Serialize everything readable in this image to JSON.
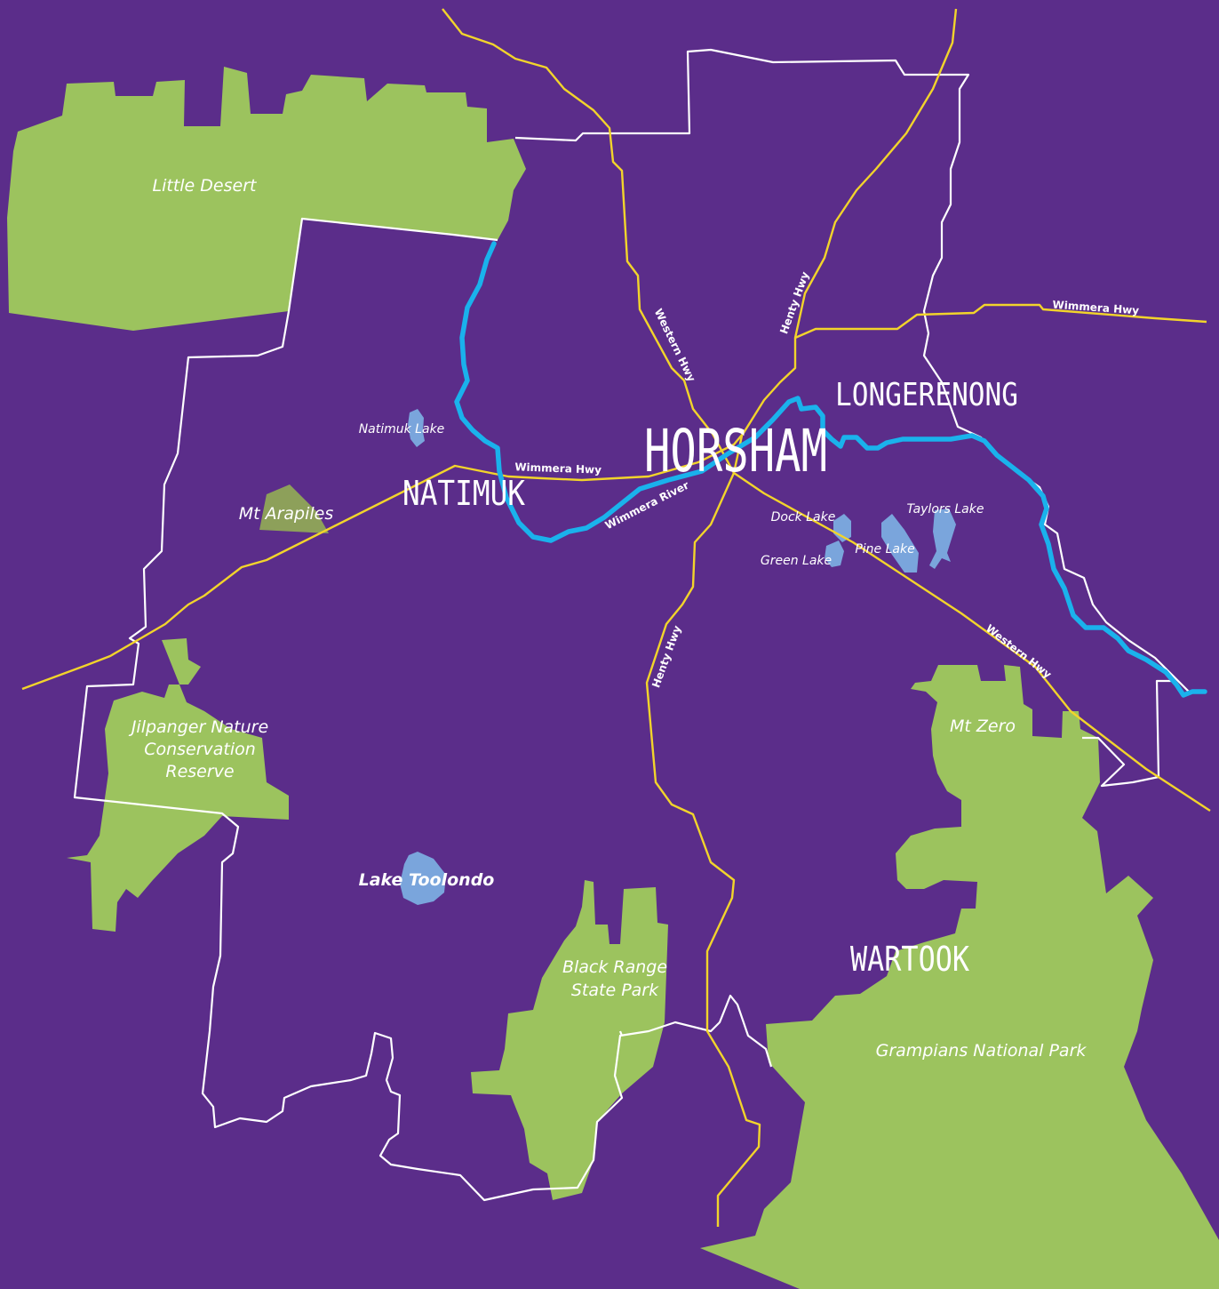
{
  "colors": {
    "background": "#5b2d8a",
    "park": "#9cc35e",
    "park_dark": "#8da05a",
    "lake": "#7aa5dc",
    "river": "#1ab2ec",
    "road": "#f2d42b",
    "boundary": "#ffffff"
  },
  "towns": {
    "horsham": "HORSHAM",
    "longerenong": "LONGERENONG",
    "natimuk": "NATIMUK",
    "wartook": "WARTOOK"
  },
  "parks": {
    "little_desert": "Little Desert",
    "mt_arapiles": "Mt Arapiles",
    "jilpanger_1": "Jilpanger Nature",
    "jilpanger_2": "Conservation",
    "jilpanger_3": "Reserve",
    "black_range_1": "Black Range",
    "black_range_2": "State Park",
    "mt_zero": "Mt Zero",
    "grampians": "Grampians National Park"
  },
  "lakes": {
    "natimuk_lake": "Natimuk Lake",
    "lake_toolondo": "Lake Toolondo",
    "dock_lake": "Dock Lake",
    "green_lake": "Green Lake",
    "pine_lake": "Pine Lake",
    "taylors_lake": "Taylors Lake"
  },
  "rivers": {
    "wimmera_river": "Wimmera River"
  },
  "roads": {
    "wimmera_hwy_west": "Wimmera Hwy",
    "wimmera_hwy_east": "Wimmera Hwy",
    "western_hwy_north": "Western Hwy",
    "western_hwy_south": "Western Hwy",
    "henty_hwy_north": "Henty Hwy",
    "henty_hwy_south": "Henty Hwy"
  }
}
